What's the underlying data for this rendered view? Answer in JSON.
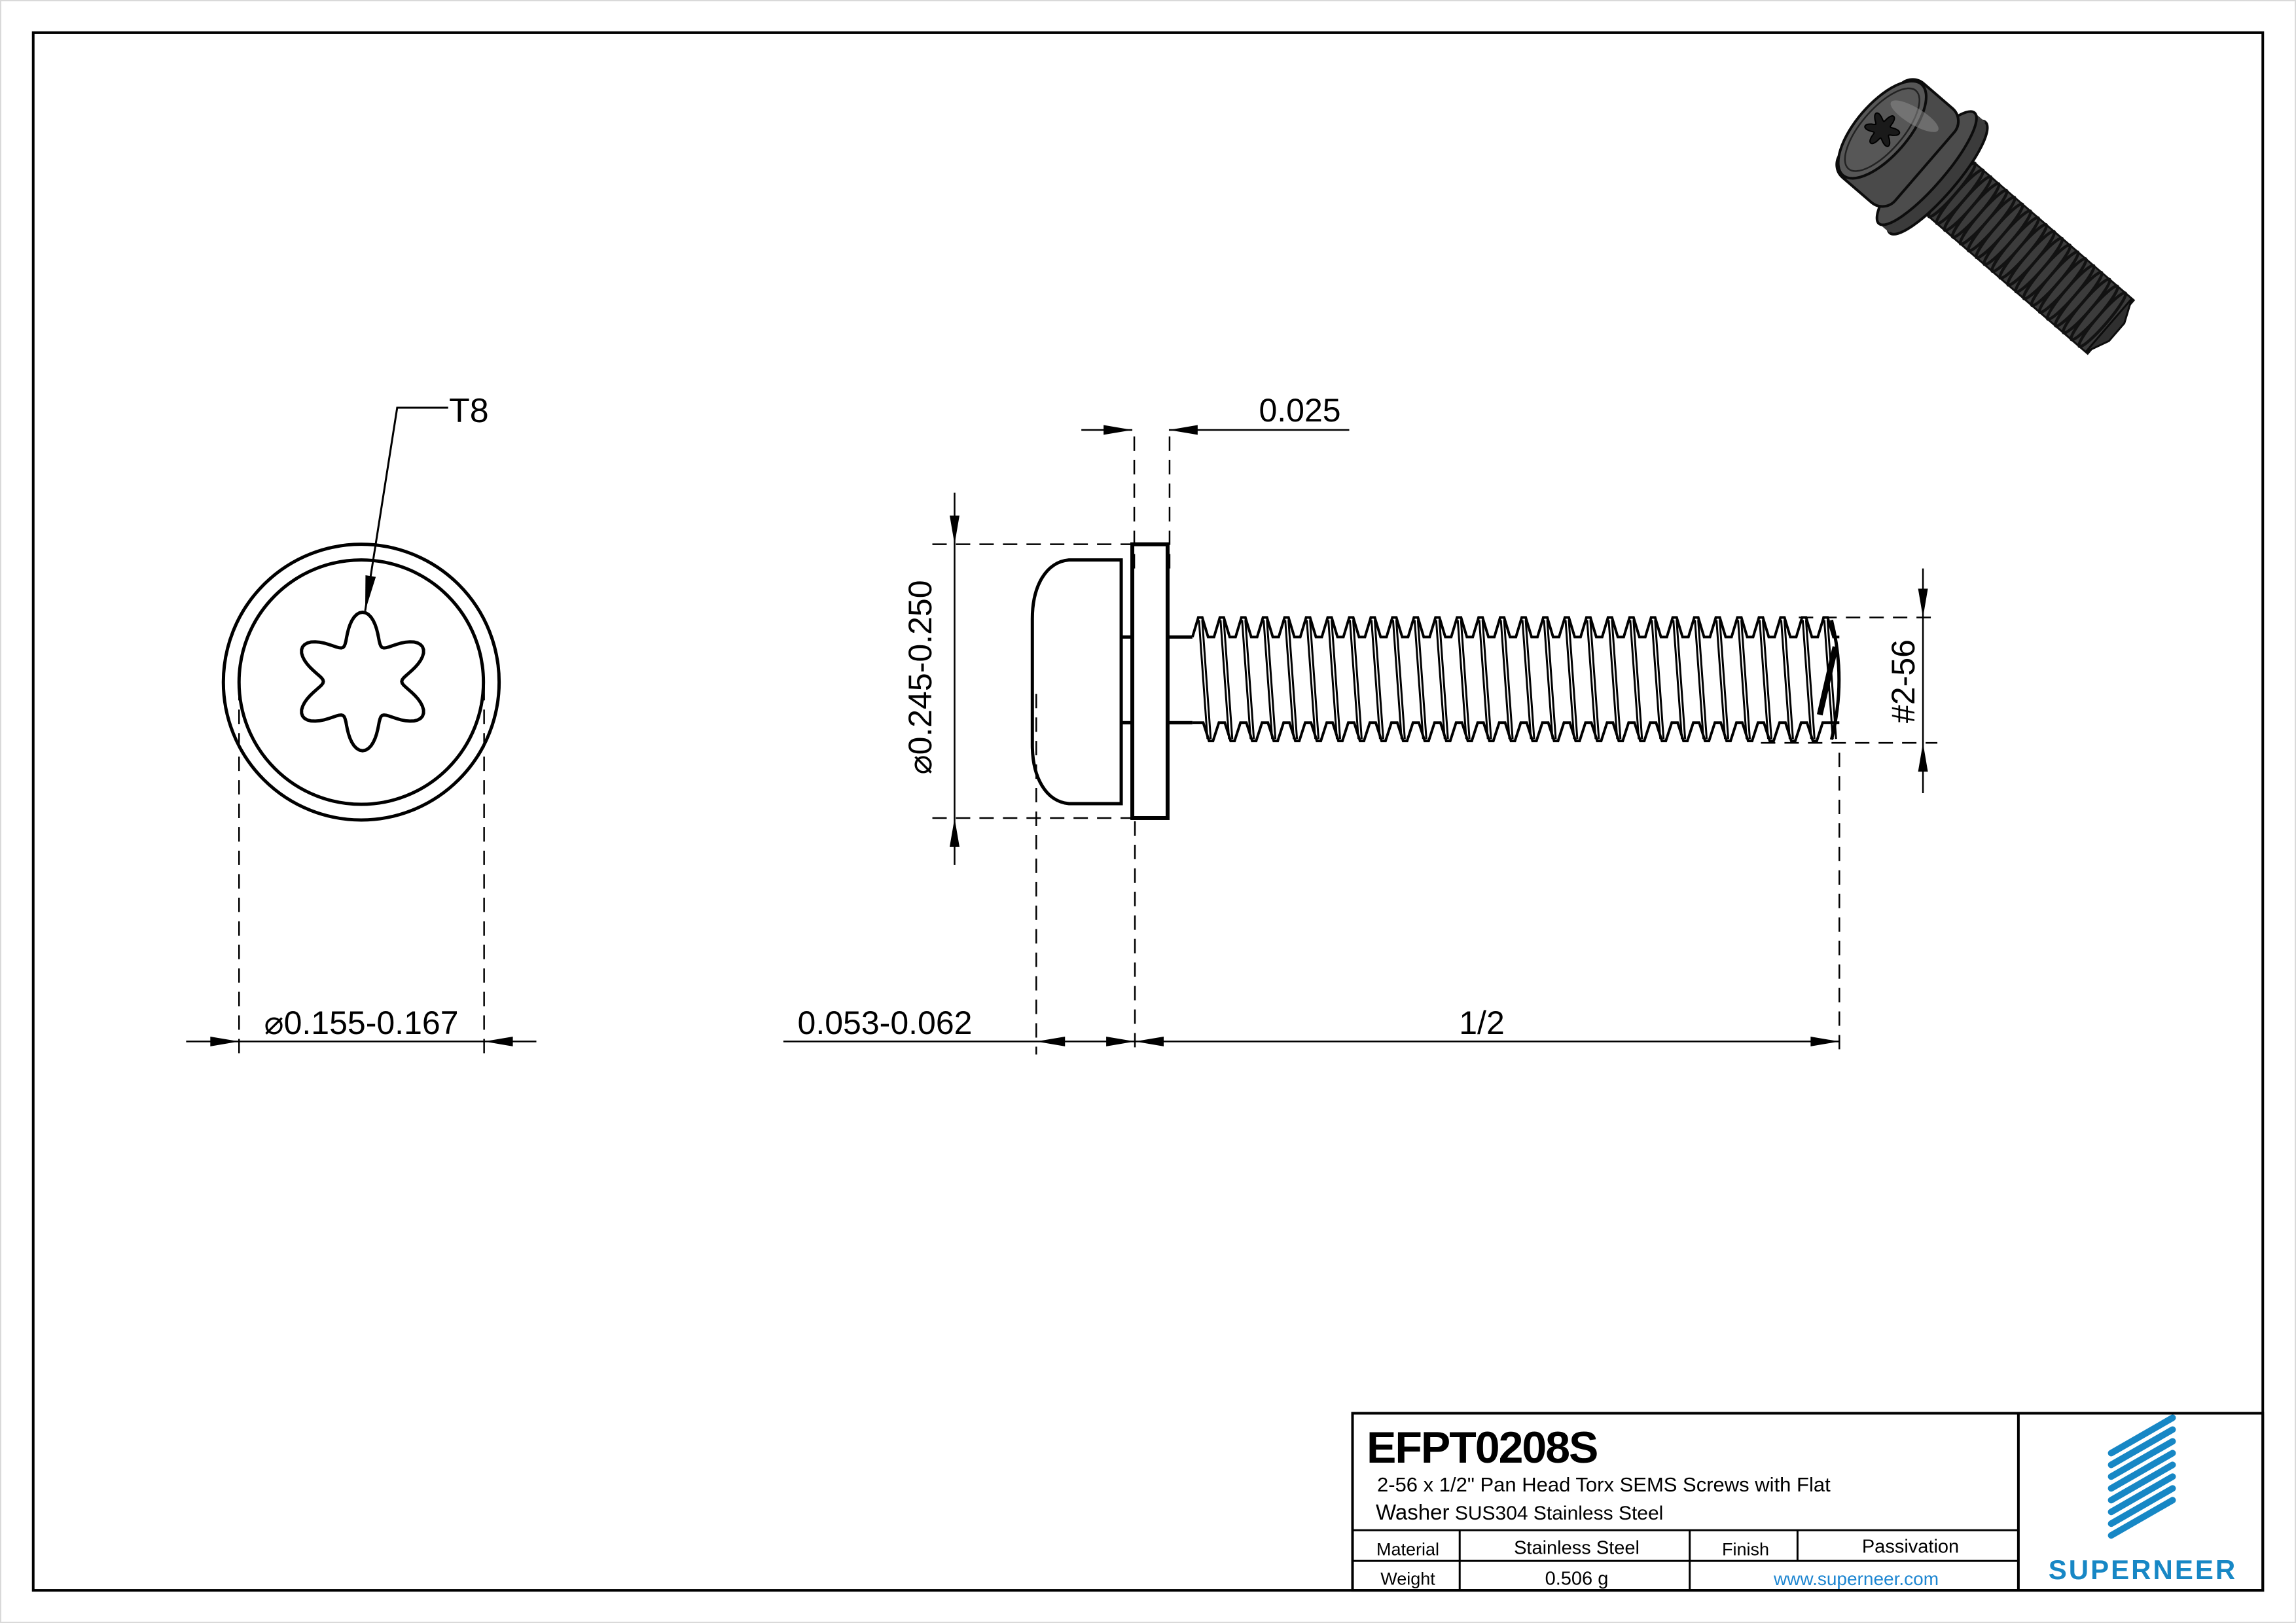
{
  "drawing": {
    "labels": {
      "torx_drive": "T8",
      "recess_diameter": "⌀0.155-0.167",
      "washer_thickness": "0.025",
      "head_diameter": "⌀0.245-0.250",
      "head_height": "0.053-0.062",
      "thread_length": "1/2",
      "thread_size": "#2-56"
    }
  },
  "title_block": {
    "part_number": "EFPT0208S",
    "description_line1": "2-56 x 1/2\" Pan Head Torx SEMS Screws with Flat",
    "description_line2_prefix": "Washer",
    "description_line2_rest": " SUS304 Stainless Steel",
    "material_label": "Material",
    "material_value": "Stainless Steel",
    "finish_label": "Finish",
    "finish_value": "Passivation",
    "weight_label": "Weight",
    "weight_value": "0.506 g",
    "website": "www.superneer.com",
    "brand": "SUPERNEER"
  },
  "colors": {
    "line": "#000000",
    "brand_blue": "#1787c5",
    "link_blue": "#1e86d1",
    "page_bg": "#ffffff"
  }
}
